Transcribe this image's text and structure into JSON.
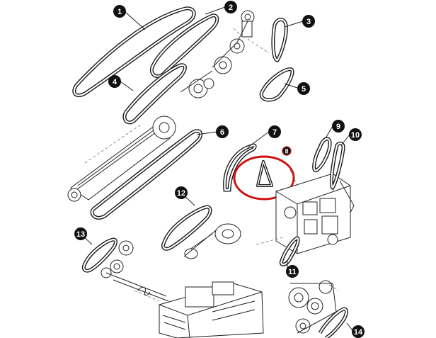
{
  "callouts": [
    {
      "id": "1",
      "label": "1"
    },
    {
      "id": "2",
      "label": "2"
    },
    {
      "id": "3",
      "label": "3"
    },
    {
      "id": "4",
      "label": "4"
    },
    {
      "id": "5",
      "label": "5"
    },
    {
      "id": "6",
      "label": "6"
    },
    {
      "id": "7",
      "label": "7"
    },
    {
      "id": "8",
      "label": "8"
    },
    {
      "id": "9",
      "label": "9"
    },
    {
      "id": "10",
      "label": "10"
    },
    {
      "id": "11",
      "label": "11"
    },
    {
      "id": "12",
      "label": "12"
    },
    {
      "id": "13",
      "label": "13"
    },
    {
      "id": "14",
      "label": "14"
    }
  ],
  "colors": {
    "callout_fill": "#111111",
    "callout_text": "#ffffff",
    "highlight": "#d01010",
    "line": "#222222"
  }
}
